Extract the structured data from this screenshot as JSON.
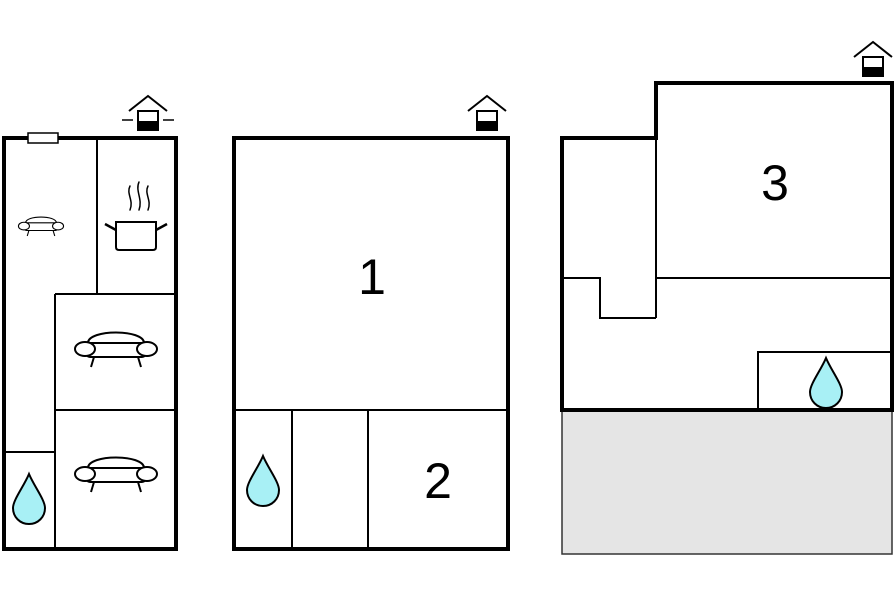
{
  "floors": [
    {
      "rooms": []
    },
    {
      "rooms": [
        {
          "number": "1"
        },
        {
          "number": "2"
        }
      ]
    },
    {
      "rooms": [
        {
          "number": "3"
        }
      ],
      "terrace_color": "#e5e5e5"
    }
  ],
  "icons": {
    "water": "water-drop-icon",
    "sofa": "sofa-icon",
    "kitchen": "cooking-pot-icon",
    "entrance": "entrance-house-icon",
    "water_color": "#a8f0f5"
  }
}
